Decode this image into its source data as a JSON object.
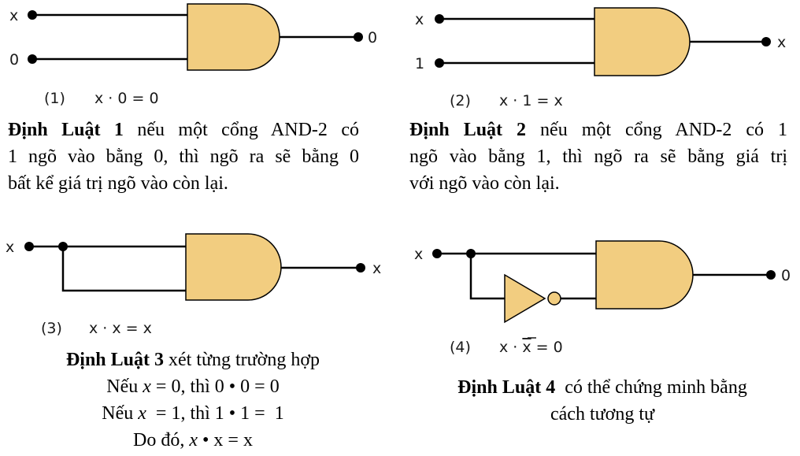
{
  "gate_color": "#f2cd80",
  "wire_color": "#000000",
  "panel1": {
    "input_top": "x",
    "input_bottom": "0",
    "output": "0",
    "caption_num": "(1)",
    "caption_eq": "x · 0 = 0",
    "law_title": "Định Luật 1",
    "law_line1_rest": " nếu một cổng AND-2 có",
    "law_line2": "1 ngõ vào bằng 0, thì ngõ ra sẽ bằng 0",
    "law_line3": "bất kể giá trị ngõ vào còn lại."
  },
  "panel2": {
    "input_top": "x",
    "input_bottom": "1",
    "output": "x",
    "caption_num": "(2)",
    "caption_eq": "x · 1 = x",
    "law_title": "Định Luật 2",
    "law_line1_rest": " nếu một cổng AND-2 có 1",
    "law_line2": "ngõ vào bằng 1, thì ngõ ra sẽ bằng giá trị",
    "law_line3": "với ngõ vào còn lại."
  },
  "panel3": {
    "input": "x",
    "output": "x",
    "caption_num": "(3)",
    "caption_eq": "x · x = x",
    "law_title": "Định Luật 3",
    "law_title_rest": " xét từng trường hợp",
    "case1_prefix": "Nếu ",
    "case1_var": "x",
    "case1_rest": " = 0, thì 0 • 0 = 0",
    "case2_prefix": "Nếu ",
    "case2_var": "x",
    "case2_rest": "  = 1, thì 1 • 1 =  1",
    "conclusion_prefix": "Do đó, ",
    "conclusion_var": "x",
    "conclusion_rest": " • x = x"
  },
  "panel4": {
    "input": "x",
    "output": "0",
    "caption_num": "(4)",
    "caption_eq_left": "x · ",
    "caption_eq_bar": "x",
    "caption_eq_right": " = 0",
    "law_title": "Định Luật 4",
    "law_line1_rest": "  có thể chứng minh bằng",
    "law_line2": "cách tương tự"
  }
}
